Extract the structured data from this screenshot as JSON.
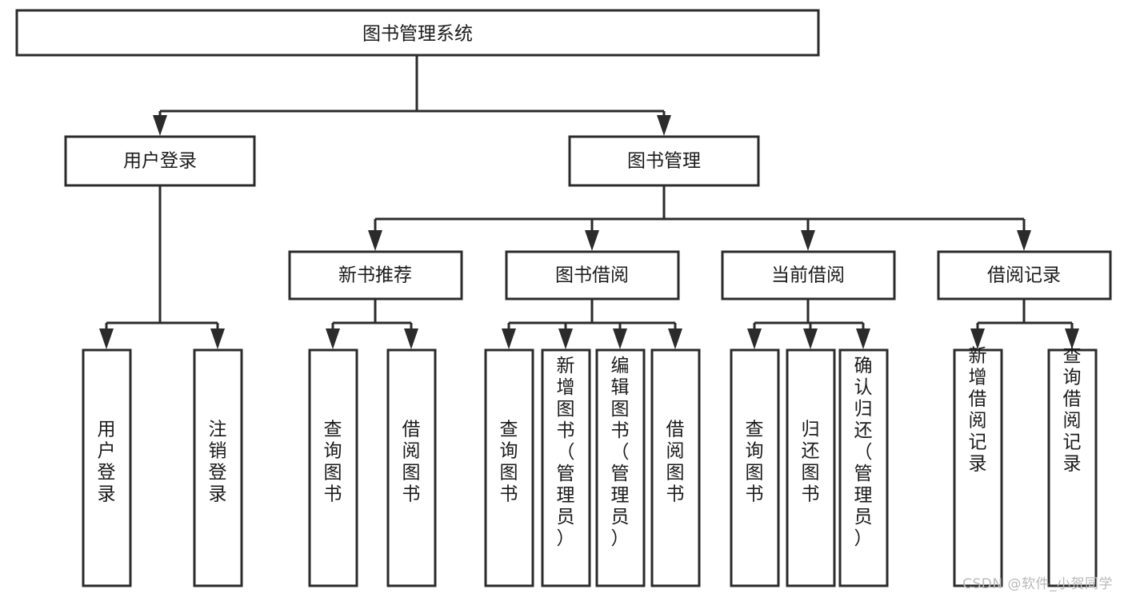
{
  "diagram": {
    "type": "tree-hierarchy-chart",
    "title": "图书管理系统",
    "watermark": "CSDN @软件_小贺同学",
    "colors": {
      "stroke": "#2b2b2b",
      "fill": "#ffffff",
      "text": "#1a1a1a",
      "watermark": "#b9b9b9"
    },
    "levels": {
      "level1": [
        {
          "id": "root",
          "label": "图书管理系统",
          "orientation": "horizontal"
        }
      ],
      "level2": [
        {
          "id": "user-login",
          "label": "用户登录",
          "orientation": "horizontal",
          "parent": "root"
        },
        {
          "id": "book-manage",
          "label": "图书管理",
          "orientation": "horizontal",
          "parent": "root"
        }
      ],
      "level3": [
        {
          "id": "new-book-rec",
          "label": "新书推荐",
          "orientation": "horizontal",
          "parent": "book-manage"
        },
        {
          "id": "book-borrow",
          "label": "图书借阅",
          "orientation": "horizontal",
          "parent": "book-manage"
        },
        {
          "id": "current-borrow",
          "label": "当前借阅",
          "orientation": "horizontal",
          "parent": "book-manage"
        },
        {
          "id": "borrow-record",
          "label": "借阅记录",
          "orientation": "horizontal",
          "parent": "book-manage"
        }
      ],
      "level4": [
        {
          "id": "leaf-user-login",
          "label": "用户登录",
          "orientation": "vertical",
          "parent": "user-login"
        },
        {
          "id": "leaf-logout",
          "label": "注销登录",
          "orientation": "vertical",
          "parent": "user-login"
        },
        {
          "id": "leaf-query-book-1",
          "label": "查询图书",
          "orientation": "vertical",
          "parent": "new-book-rec"
        },
        {
          "id": "leaf-borrow-book-1",
          "label": "借阅图书",
          "orientation": "vertical",
          "parent": "new-book-rec"
        },
        {
          "id": "leaf-query-book-2",
          "label": "查询图书",
          "orientation": "vertical",
          "parent": "book-borrow"
        },
        {
          "id": "leaf-add-book",
          "label": "新增图书（管理员）",
          "orientation": "vertical",
          "parent": "book-borrow"
        },
        {
          "id": "leaf-edit-book",
          "label": "编辑图书（管理员）",
          "orientation": "vertical",
          "parent": "book-borrow"
        },
        {
          "id": "leaf-borrow-book-2",
          "label": "借阅图书",
          "orientation": "vertical",
          "parent": "book-borrow"
        },
        {
          "id": "leaf-query-book-3",
          "label": "查询图书",
          "orientation": "vertical",
          "parent": "current-borrow"
        },
        {
          "id": "leaf-return-book",
          "label": "归还图书",
          "orientation": "vertical",
          "parent": "current-borrow"
        },
        {
          "id": "leaf-confirm-return",
          "label": "确认归还（管理员）",
          "orientation": "vertical",
          "parent": "current-borrow"
        },
        {
          "id": "leaf-add-record",
          "label": "新增借阅记录",
          "orientation": "vertical",
          "parent": "borrow-record"
        },
        {
          "id": "leaf-query-record",
          "label": "查询借阅记录",
          "orientation": "vertical",
          "parent": "borrow-record"
        }
      ]
    }
  }
}
